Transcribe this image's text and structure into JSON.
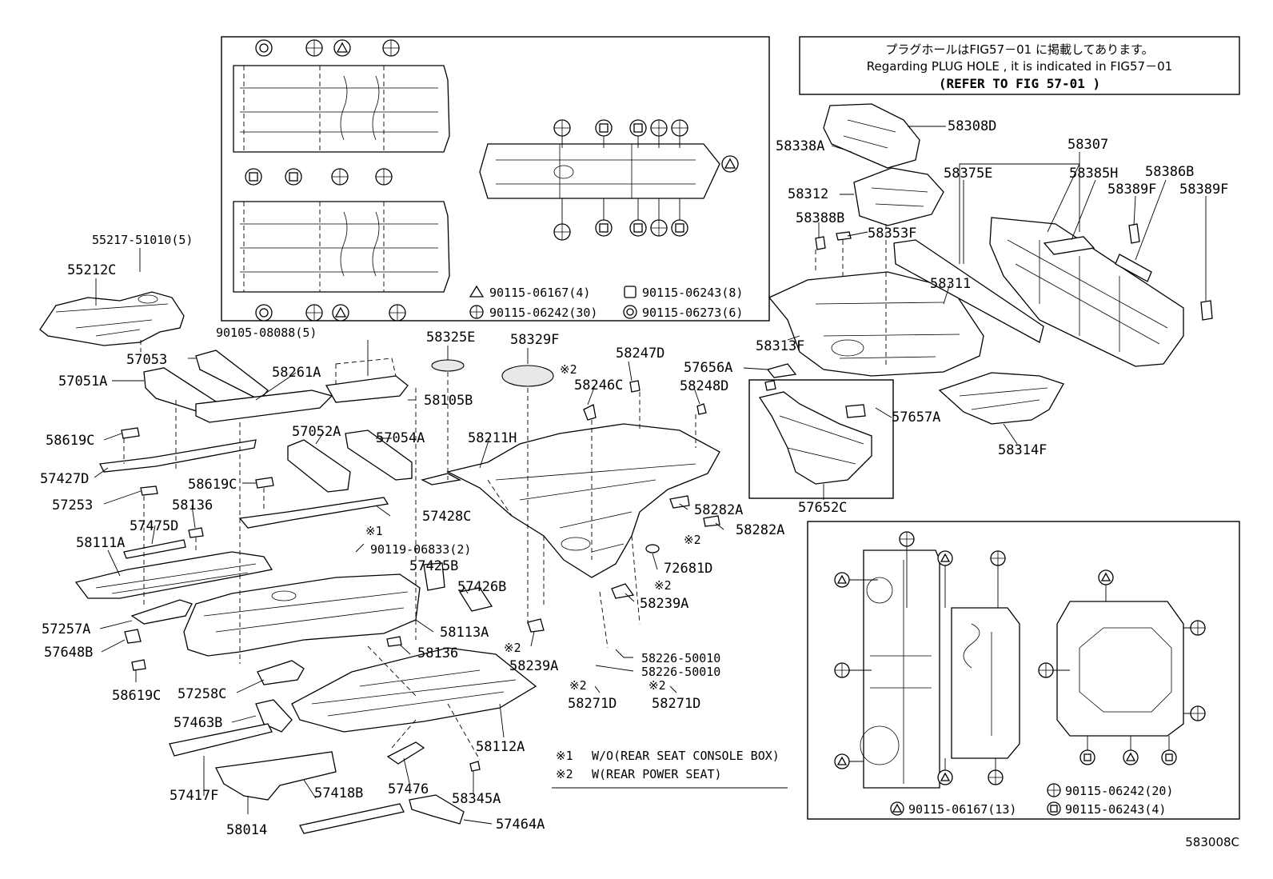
{
  "note_box": {
    "line_ja": "プラグホールはFIG57－01 に掲載してあります。",
    "line_en": "Regarding PLUG HOLE , it is indicated in FIG57－01",
    "line_ref": "(REFER TO FIG   57-01    )"
  },
  "inset_top_legend": [
    {
      "symbol": "triangle",
      "label": "90115-06167(4)"
    },
    {
      "symbol": "square",
      "label": "90115-06243(8)"
    },
    {
      "symbol": "crossed-circle",
      "label": "90115-06242(30)"
    },
    {
      "symbol": "double-circle",
      "label": "90115-06273(6)"
    }
  ],
  "inset_right_legend": [
    {
      "symbol": "triangle",
      "label": "90115-06167(13)"
    },
    {
      "symbol": "crossed-circle",
      "label": "90115-06242(20)"
    },
    {
      "symbol": "square",
      "label": "90115-06243(4)"
    }
  ],
  "footnotes": [
    {
      "mark": "※1",
      "text": "W/O(REAR SEAT CONSOLE BOX)"
    },
    {
      "mark": "※2",
      "text": "W(REAR POWER SEAT)"
    }
  ],
  "marks": {
    "n1": "※1",
    "n2": "※2"
  },
  "labels": {
    "p55217": "55217-51010(5)",
    "p55212C": "55212C",
    "p90105": "90105-08088(5)",
    "p57053": "57053",
    "p57051A": "57051A",
    "p58261A": "58261A",
    "p58325E": "58325E",
    "p58329F": "58329F",
    "p58247D": "58247D",
    "p58246C": "58246C",
    "p58105B": "58105B",
    "p57656A": "57656A",
    "p58248D": "58248D",
    "p58619C_1": "58619C",
    "p57052A": "57052A",
    "p57054A": "57054A",
    "p58211H": "58211H",
    "p57427D": "57427D",
    "p58619C_2": "58619C",
    "p57253": "57253",
    "p58136_1": "58136",
    "p57428C": "57428C",
    "p57475D": "57475D",
    "p58282A_1": "58282A",
    "p58282A_2": "58282A",
    "p58111A": "58111A",
    "p90119": "90119-06833(2)",
    "p72681D": "72681D",
    "p57425B": "57425B",
    "p57426B": "57426B",
    "p58239A_1": "58239A",
    "p57257A": "57257A",
    "p58113A": "58113A",
    "p57648B": "57648B",
    "p58136_2": "58136",
    "p58239A_2": "58239A",
    "p58226_1": "58226-50010",
    "p58226_2": "58226-50010",
    "p58619C_3": "58619C",
    "p57258C": "57258C",
    "p58271D_1": "58271D",
    "p58271D_2": "58271D",
    "p57463B": "57463B",
    "p58112A": "58112A",
    "p57417F": "57417F",
    "p57418B": "57418B",
    "p57476": "57476",
    "p58345A": "58345A",
    "p58014": "58014",
    "p57464A": "57464A",
    "p58308D": "58308D",
    "p58338A": "58338A",
    "p58307": "58307",
    "p58375E": "58375E",
    "p58385H": "58385H",
    "p58386B": "58386B",
    "p58312": "58312",
    "p58389F_1": "58389F",
    "p58389F_2": "58389F",
    "p58388B": "58388B",
    "p58353F": "58353F",
    "p58311": "58311",
    "p58313F": "58313F",
    "p57657A": "57657A",
    "p58314F": "58314F",
    "p57652C": "57652C"
  },
  "figure_code": "583008C"
}
